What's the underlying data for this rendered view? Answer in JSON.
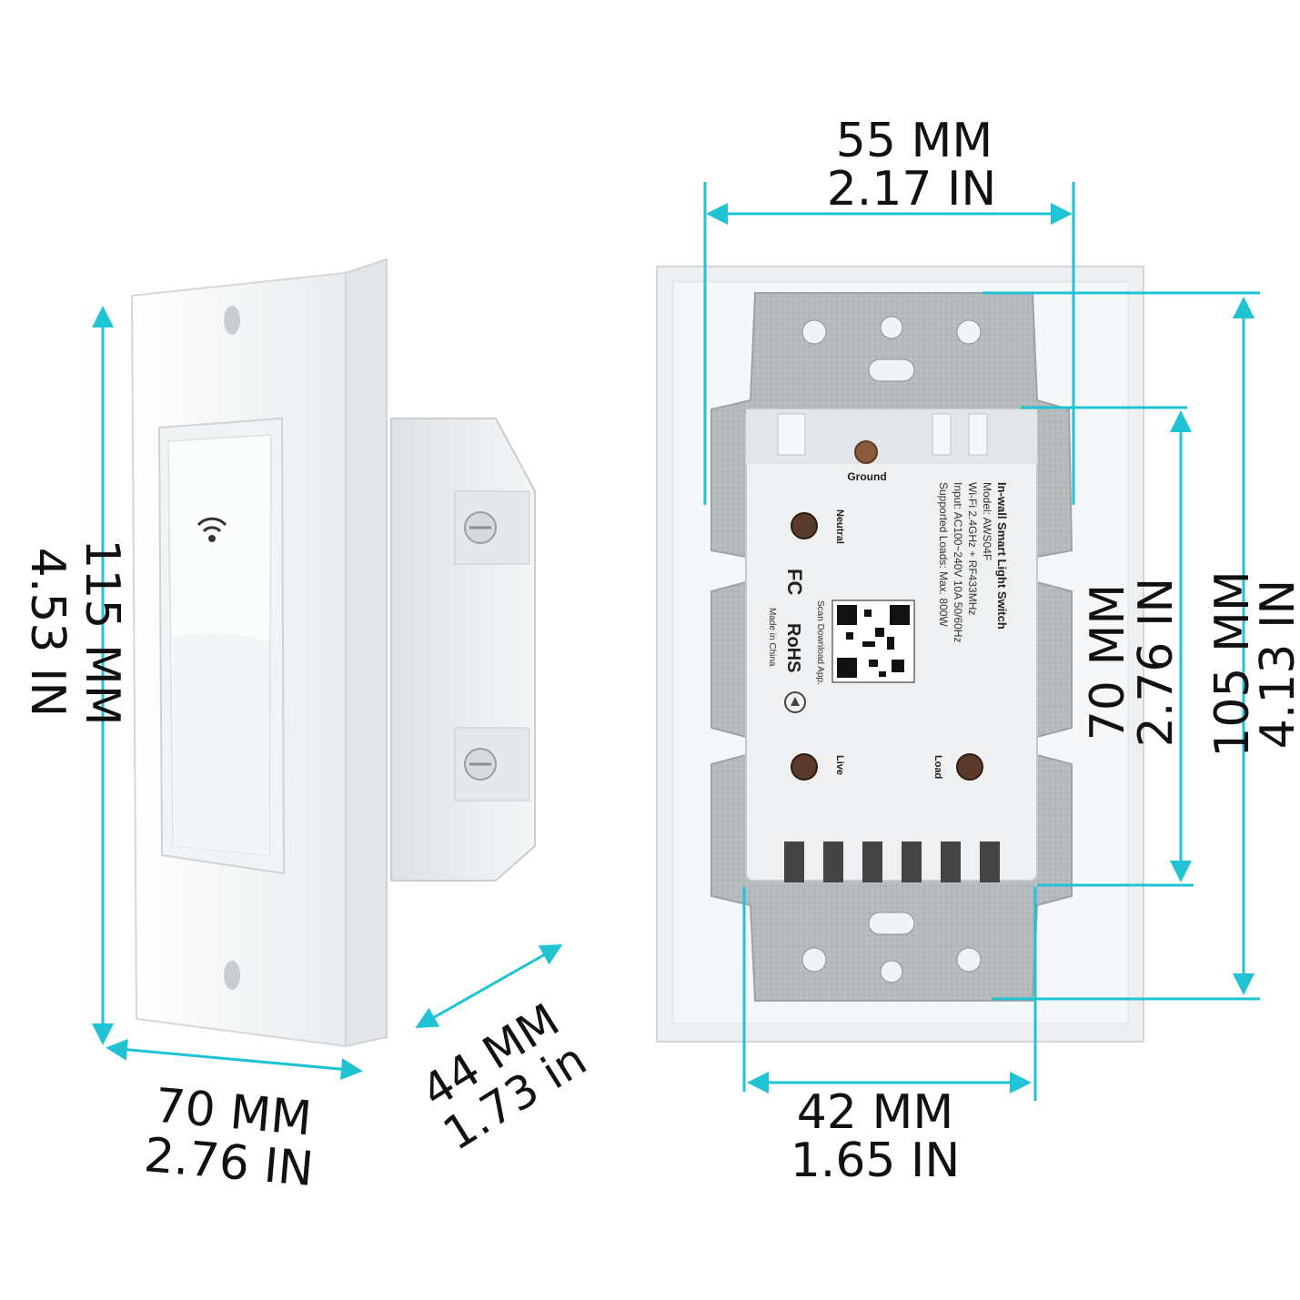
{
  "colors": {
    "dimension_line": "#1fc3d3",
    "plate": "#f7f8f8",
    "metal_bracket": "#b9bcc0",
    "module_body": "#eef0f1",
    "text": "#111111"
  },
  "front_view": {
    "height": {
      "mm": "115 MM",
      "in": "4.53 IN"
    },
    "width": {
      "mm": "70 MM",
      "in": "2.76 IN"
    },
    "depth": {
      "mm": "44 MM",
      "in": "1.73 in"
    },
    "rocker_icon": "wifi-icon"
  },
  "back_view": {
    "top_width": {
      "mm": "55 MM",
      "in": "2.17 IN"
    },
    "bottom_width": {
      "mm": "42 MM",
      "in": "1.65 IN"
    },
    "inner_height": {
      "mm": "70 MM",
      "in": "2.76 IN"
    },
    "outer_height": {
      "mm": "105 MM",
      "in": "4.13 IN"
    },
    "terminals": {
      "ground": "Ground",
      "neutral": "Neutral",
      "live": "Live",
      "load": "Load"
    },
    "product_label": {
      "title": "In-wall Smart Light Switch",
      "model": "Model: AWS04F",
      "wifi": "Wi-Fi 2.4GHz + RF433MHz",
      "input": "Input: AC100~240V 10A 50/60Hz",
      "loads": "Supported Loads: Max. 800W",
      "fcc": "FC",
      "rohs": "RoHS",
      "scan": "Scan Download App.",
      "origin": "Made in China"
    }
  }
}
